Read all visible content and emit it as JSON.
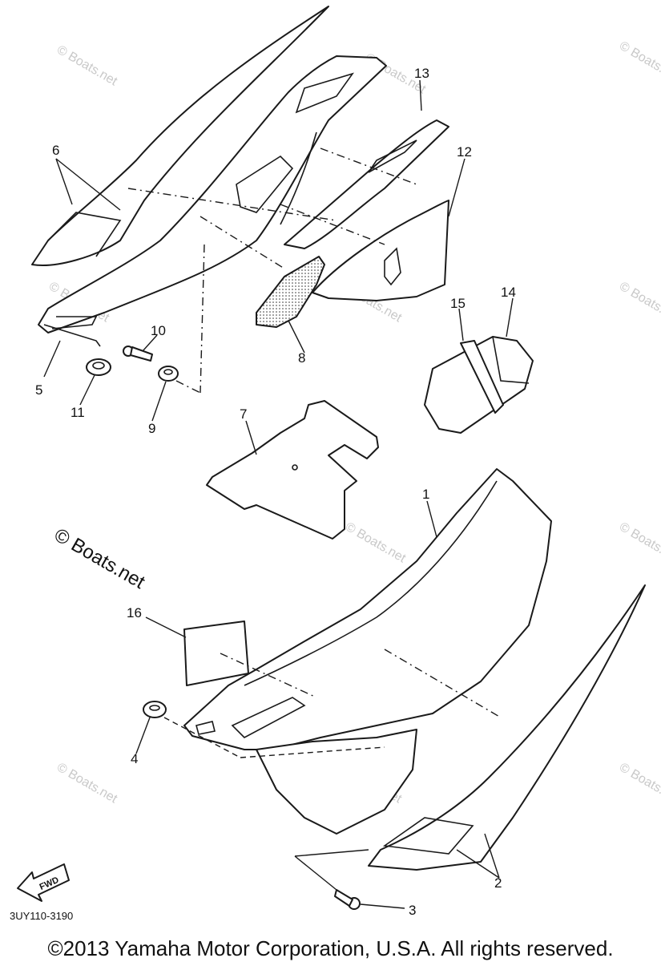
{
  "diagram": {
    "callouts": {
      "n1": "1",
      "n2": "2",
      "n3": "3",
      "n4": "4",
      "n5": "5",
      "n6": "6",
      "n7": "7",
      "n8": "8",
      "n9": "9",
      "n10": "10",
      "n11": "11",
      "n12": "12",
      "n13": "13",
      "n14": "14",
      "n15": "15",
      "n16": "16"
    },
    "fwd_label": "FWD",
    "diagram_code": "3UY110-3190",
    "watermark": "© Boats.net"
  },
  "footer": {
    "copyright": "©2013 Yamaha Motor Corporation, U.S.A. All rights reserved."
  }
}
